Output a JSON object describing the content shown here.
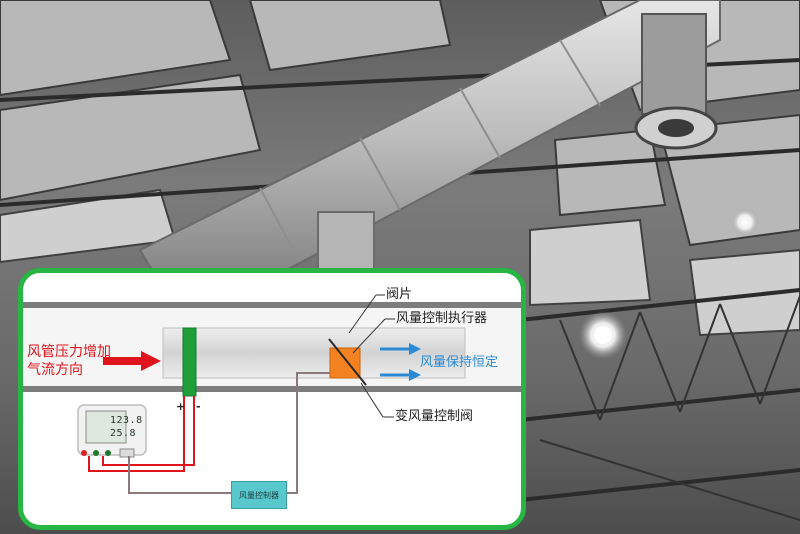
{
  "diagram": {
    "label_pressure": "风管压力增加",
    "label_flow": "气流方向",
    "label_valve_blade": "阀片",
    "label_actuator": "风量控制执行器",
    "label_constant": "风量保持恒定",
    "label_variable_valve": "变风量控制阀",
    "label_controller": "风量控制器",
    "sensor_reading_1": "123.8",
    "sensor_reading_2": "25.8",
    "sign_plus": "+",
    "sign_minus": "-"
  },
  "colors": {
    "frame": "#27b543",
    "flow_arrow": "#e0141c",
    "out_arrow": "#2a8ad6",
    "actuator": "#f58220",
    "controller": "#58c8cc",
    "probe": "#1f9e3a"
  }
}
